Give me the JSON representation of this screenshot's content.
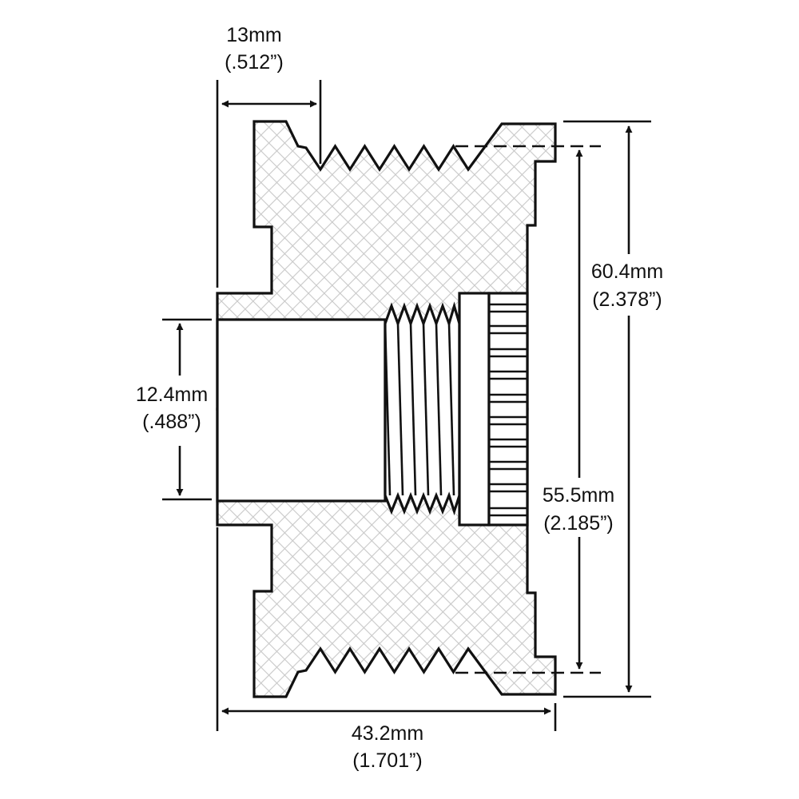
{
  "title": "Pulley cross-section dimension drawing",
  "colors": {
    "line": "#111111",
    "hatch": "#c8c8c8",
    "background": "#ffffff"
  },
  "dimensions": {
    "groove_offset": {
      "metric": "13mm",
      "imperial": "(.512”)"
    },
    "bore": {
      "metric": "12.4mm",
      "imperial": "(.488”)"
    },
    "outer_diameter": {
      "metric": "60.4mm",
      "imperial": "(2.378”)"
    },
    "groove_diameter": {
      "metric": "55.5mm",
      "imperial": "(2.185”)"
    },
    "overall_width": {
      "metric": "43.2mm",
      "imperial": "(1.701”)"
    }
  },
  "groove_count": 6
}
